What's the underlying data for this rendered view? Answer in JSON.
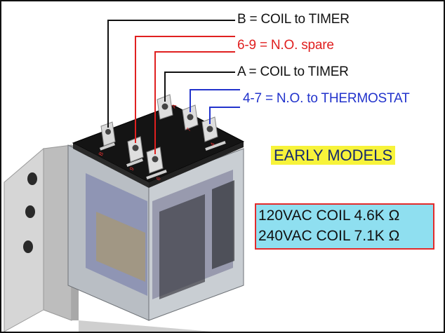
{
  "labels": {
    "b": {
      "text": "B = COIL to TIMER",
      "color": "#111111"
    },
    "spare": {
      "text": "6-9 = N.O. spare",
      "color": "#e02020"
    },
    "a": {
      "text": "A = COIL to TIMER",
      "color": "#111111"
    },
    "thermostat": {
      "text": "4-7 = N.O. to THERMOSTAT",
      "color": "#2233cc"
    }
  },
  "early_models": "EARLY MODELS",
  "coil_specs": [
    "120VAC COIL 4.6K Ω",
    "240VAC COIL 7.1K Ω"
  ],
  "terminal_marks": [
    "B",
    "9",
    "6",
    "A",
    "7",
    "4"
  ],
  "colors": {
    "highlight": "#f7f33a",
    "spec_box_fill": "#8fdff0",
    "spec_box_border": "#e32b2b",
    "relay_top": "#141414"
  }
}
